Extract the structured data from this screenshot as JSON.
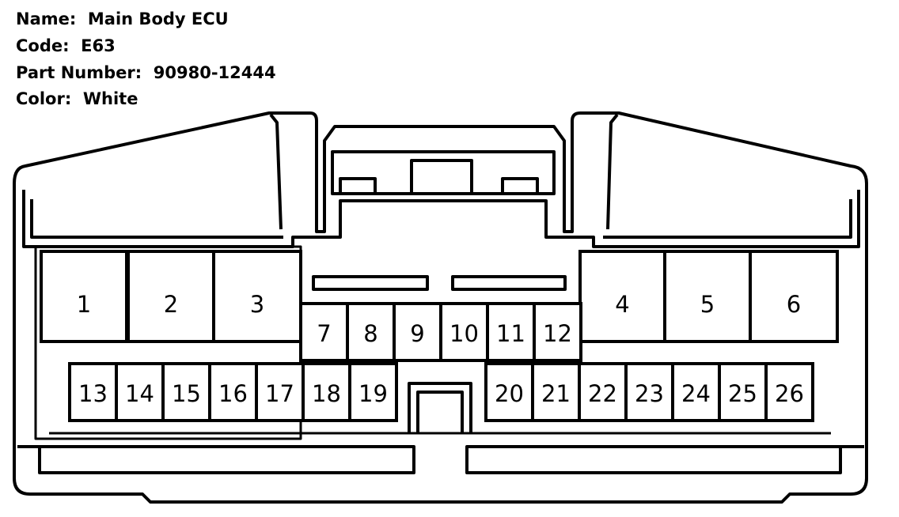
{
  "info": {
    "name_label": "Name:",
    "name_value": "Main Body ECU",
    "code_label": "Code:",
    "code_value": "E63",
    "part_label": "Part Number:",
    "part_value": "90980-12444",
    "color_label": "Color:",
    "color_value": "White"
  },
  "connector": {
    "line_color": "#000000",
    "fill_color": "#ffffff",
    "pins": [
      "1",
      "2",
      "3",
      "4",
      "5",
      "6",
      "7",
      "8",
      "9",
      "10",
      "11",
      "12",
      "13",
      "14",
      "15",
      "16",
      "17",
      "18",
      "19",
      "20",
      "21",
      "22",
      "23",
      "24",
      "25",
      "26"
    ]
  }
}
